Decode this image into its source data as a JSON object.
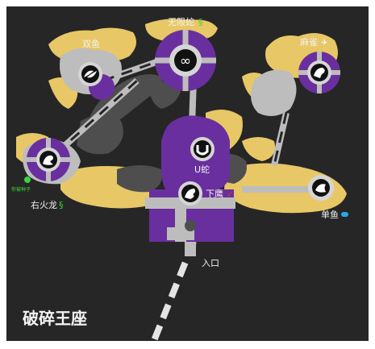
{
  "map": {
    "title": "破碎王座",
    "colors": {
      "background": "#262626",
      "sand": "#e8c766",
      "rock_dark": "#4e4e4e",
      "rock_light": "#bdbdbd",
      "purple": "#6a2f9e",
      "node_outer": "#d5d5d5"
    },
    "areas": {
      "twin_fish": {
        "label": "双鱼",
        "icon": "twin-fish-icon"
      },
      "infinite_snake": {
        "label": "无限蛇",
        "icon": "infinity-icon",
        "tag_icon": "snake-tag-icon"
      },
      "sparrow": {
        "label": "麻雀",
        "icon": "bird-icon",
        "tag_icon": "bird-tag-icon"
      },
      "right_fire_dragon": {
        "label": "右火龙",
        "icon": "dragon-icon",
        "tag_icon": "snake-tag-icon"
      },
      "u_snake": {
        "label": "U蛇",
        "icon": "u-snake-icon"
      },
      "lower_eagle": {
        "label": "下鹰",
        "icon": "eagle-icon",
        "tag_icon": "eagle-tag-icon"
      },
      "single_fish": {
        "label": "单鱼",
        "icon": "fish-icon",
        "tag_icon": "fish-tag-icon"
      },
      "entrance": {
        "label": "入口"
      }
    },
    "marker": {
      "label": "你被种子",
      "color": "#3bd33b"
    }
  }
}
